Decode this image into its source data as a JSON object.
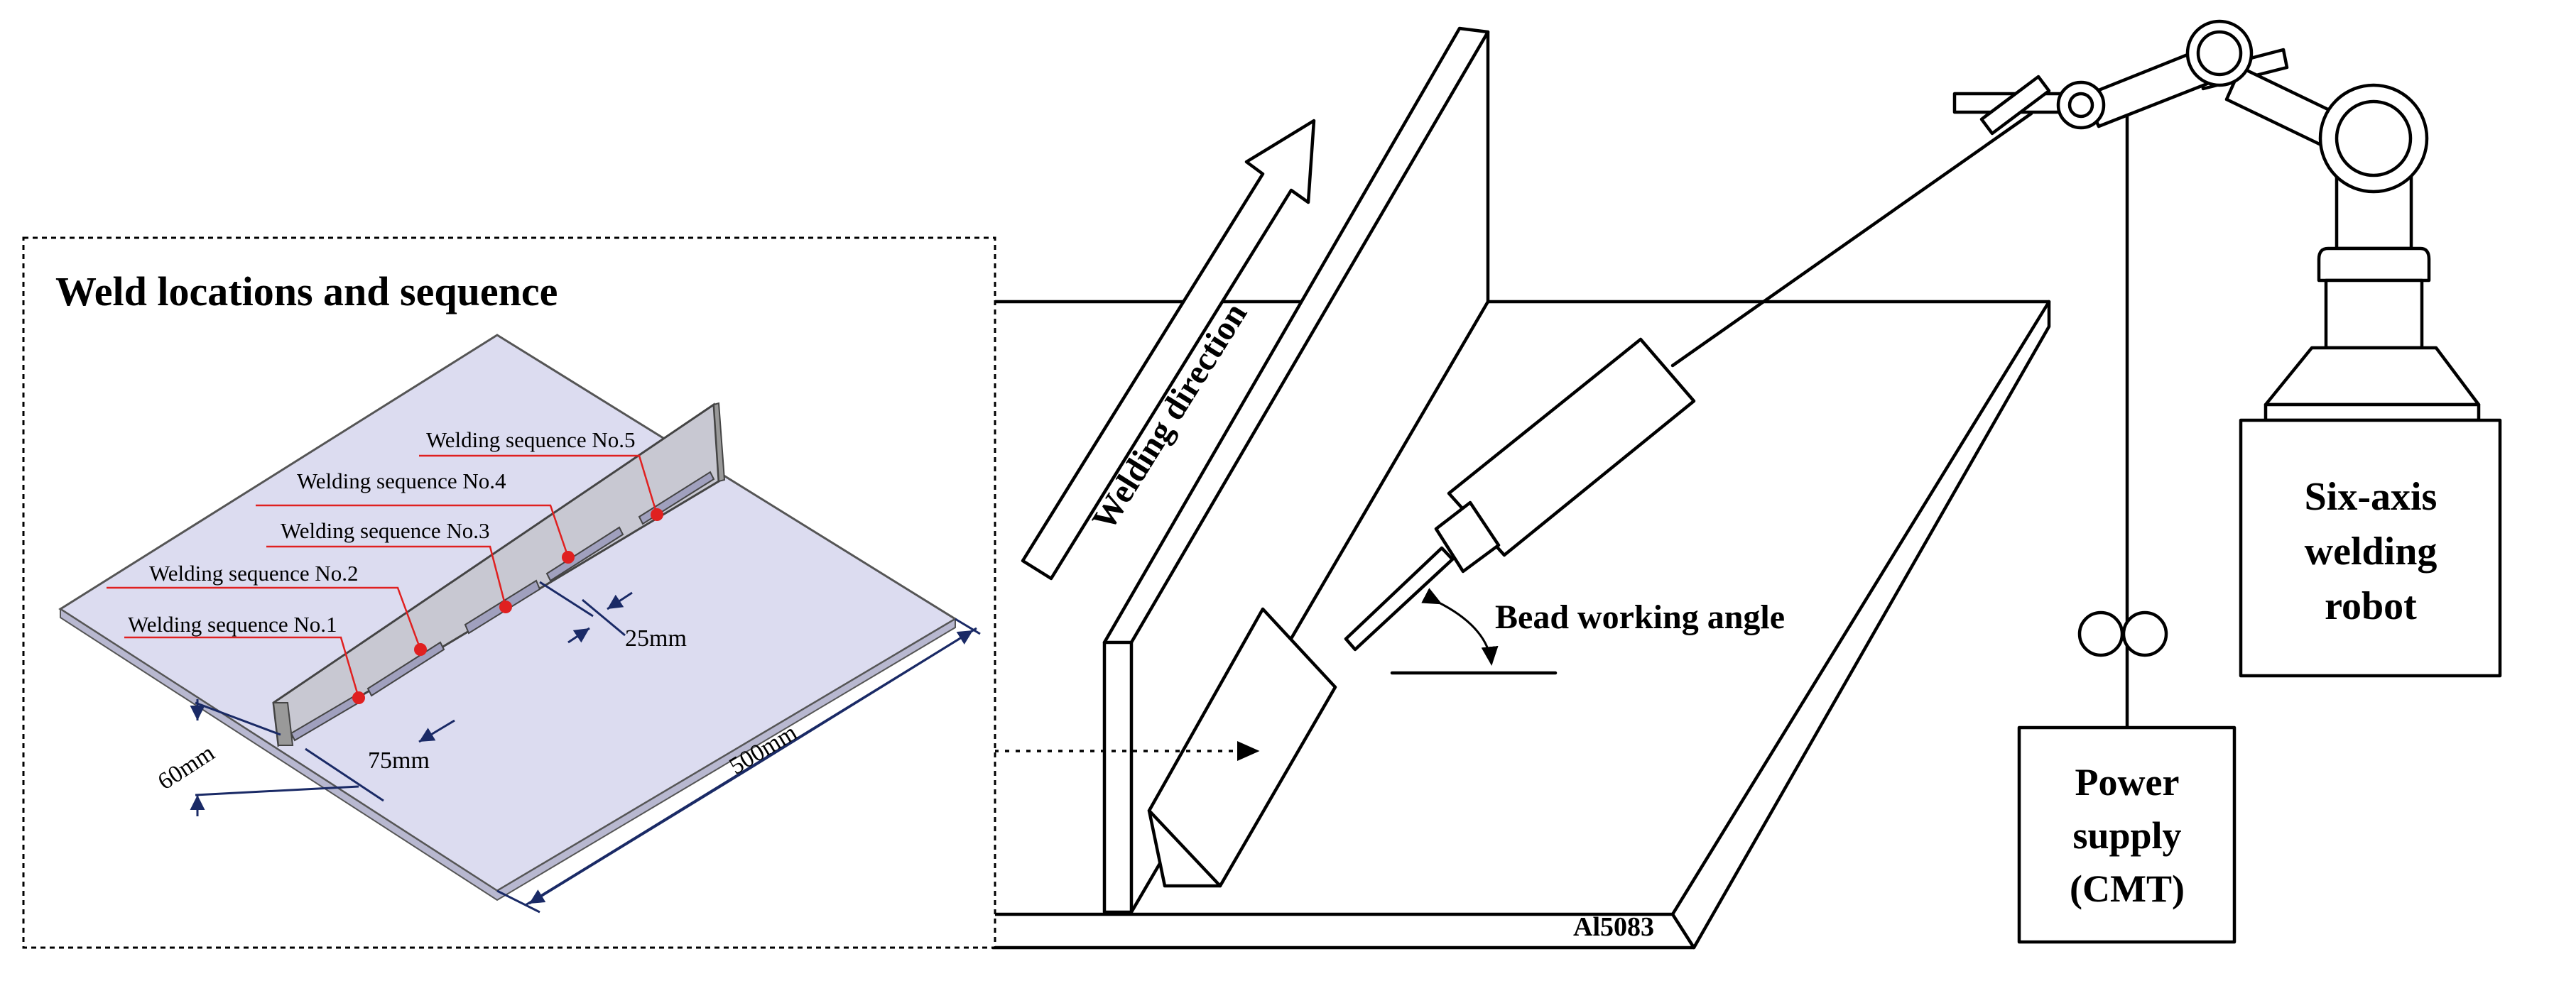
{
  "inset": {
    "title": "Weld locations and sequence",
    "sequence_labels": [
      "Welding sequence No.1",
      "Welding sequence No.2",
      "Welding sequence No.3",
      "Welding sequence No.4",
      "Welding sequence No.5"
    ],
    "dimensions": {
      "spacing": "25mm",
      "weld_length": "75mm",
      "height": "60mm",
      "plate_length": "500mm"
    },
    "colors": {
      "plate": "#dcdcf0",
      "weld_point": "#e02020",
      "leader": "#e02020",
      "dimension": "#1a2a66"
    }
  },
  "setup": {
    "welding_direction": "Welding direction",
    "bead_angle": "Bead working angle",
    "material": "Al5083",
    "power_supply": [
      "Power",
      "supply",
      "(CMT)"
    ],
    "robot": [
      "Six-axis",
      "welding",
      "robot"
    ]
  }
}
